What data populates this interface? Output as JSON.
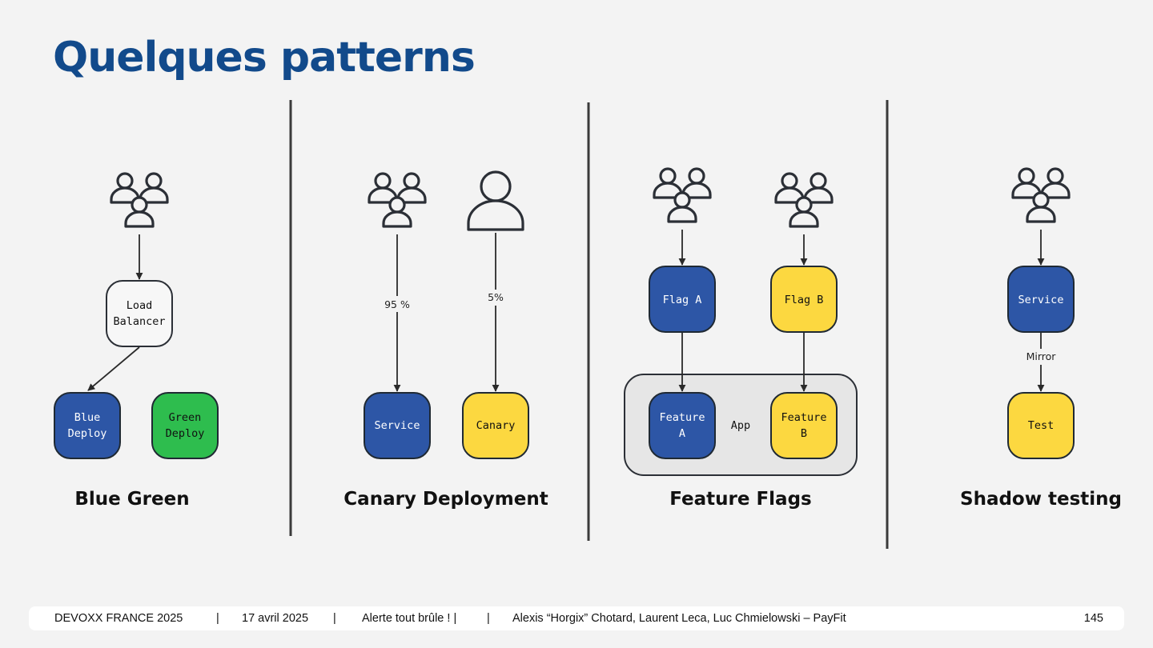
{
  "title": "Quelques patterns",
  "patterns": {
    "blue_green": {
      "label": "Blue Green",
      "load_balancer": [
        "Load",
        "Balancer"
      ],
      "blue_deploy": [
        "Blue",
        "Deploy"
      ],
      "green_deploy": [
        "Green",
        "Deploy"
      ]
    },
    "canary": {
      "label": "Canary Deployment",
      "split_main": "95 %",
      "split_canary": "5%",
      "service": "Service",
      "canary_box": "Canary"
    },
    "feature_flags": {
      "label": "Feature Flags",
      "flag_a": "Flag A",
      "flag_b": "Flag B",
      "app": "App",
      "feature_a": [
        "Feature",
        "A"
      ],
      "feature_b": [
        "Feature",
        "B"
      ]
    },
    "shadow": {
      "label": "Shadow testing",
      "service": "Service",
      "mirror": "Mirror",
      "test": "Test"
    }
  },
  "footer": {
    "event": "DEVOXX FRANCE 2025",
    "sep": "|",
    "date": "17 avril 2025",
    "talk": "Alerte tout brûle ! |",
    "authors": "Alexis “Horgix” Chotard, Laurent Leca, Luc Chmielowski – PayFit",
    "page": "145"
  },
  "colors": {
    "title": "#124a8b",
    "blue_box": "#2d56a6",
    "green_box": "#2ebd4e",
    "yellow_box": "#fcd840",
    "white_box": "#f7f7f7",
    "app_container": "#e6e6e6",
    "outline": "#1f2933"
  },
  "icons": [
    "users-group-icon",
    "user-icon",
    "arrow-down-icon"
  ]
}
